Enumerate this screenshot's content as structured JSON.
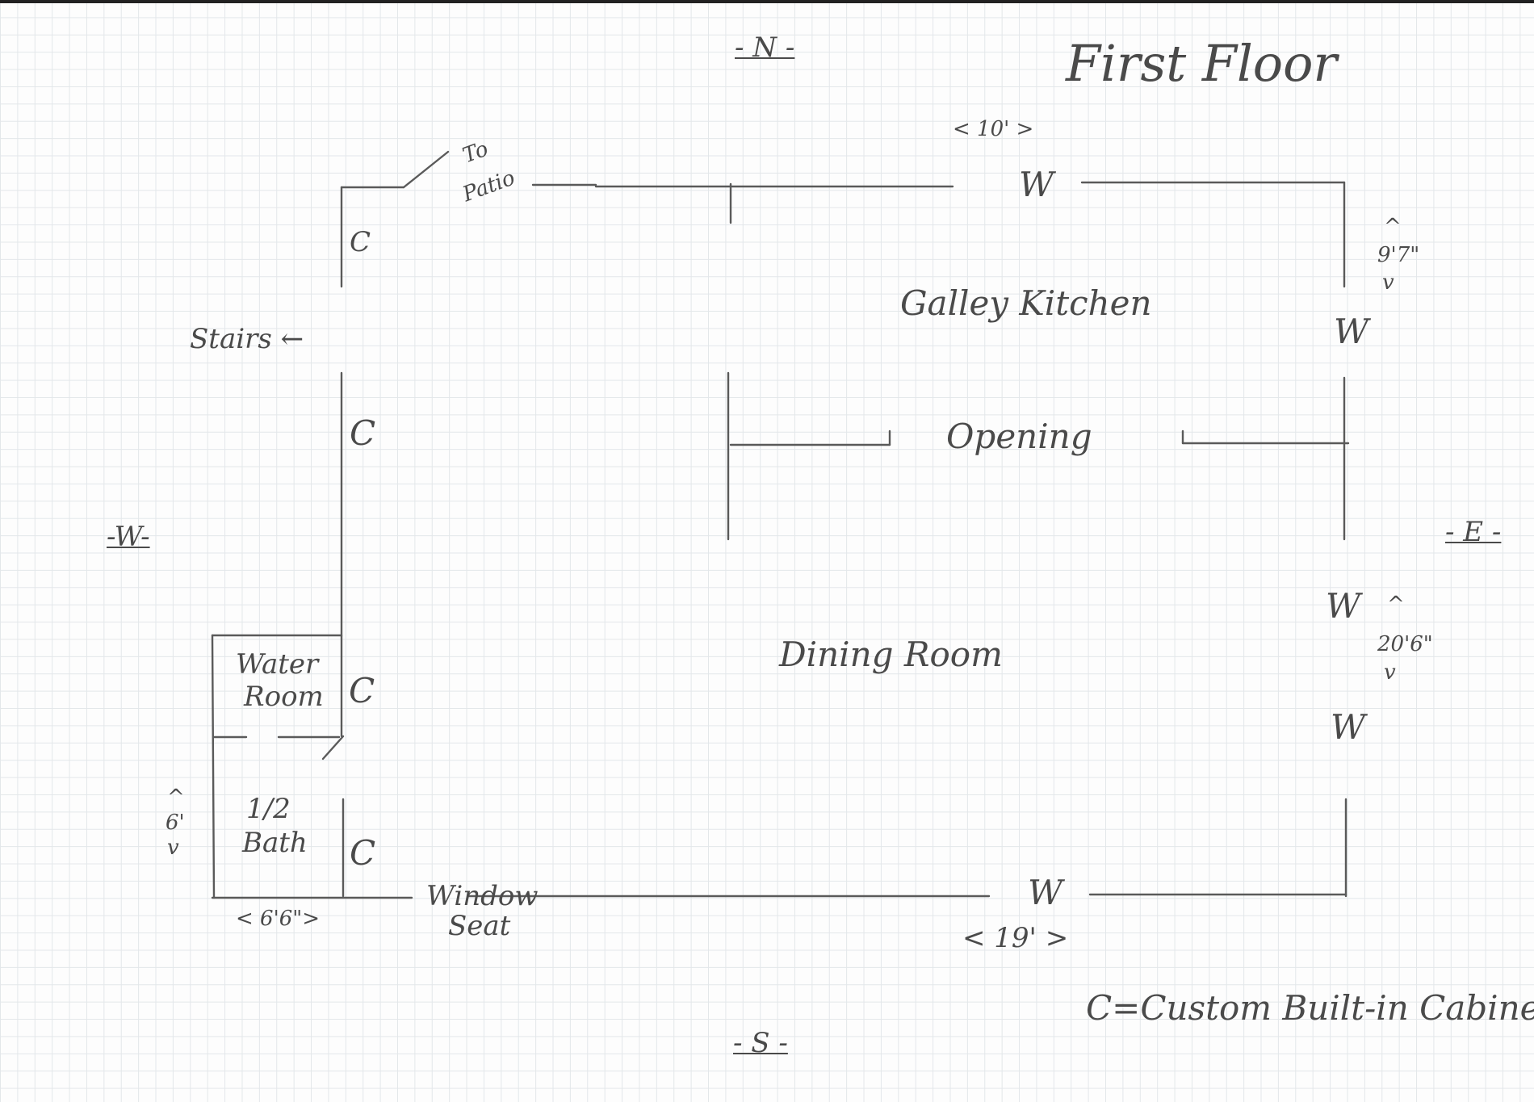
{
  "title": "First Floor",
  "compass": {
    "north": "- N -",
    "south": "- S -",
    "east": "- E -",
    "west": "-W-"
  },
  "rooms": {
    "galley_kitchen": "Galley Kitchen",
    "opening": "Opening",
    "dining_room": "Dining Room",
    "water_room_line1": "Water",
    "water_room_line2": "Room",
    "half_bath_line1": "1/2",
    "half_bath_line2": "Bath"
  },
  "features": {
    "to_patio_line1": "To",
    "to_patio_line2": "Patio",
    "stairs": "Stairs ←",
    "window_seat_line1": "Window",
    "window_seat_line2": "Seat"
  },
  "markers": {
    "cabinet": "C",
    "window": "W"
  },
  "dimensions": {
    "north_window": "< 10' >",
    "east_kitchen_up": "^",
    "east_kitchen": "9'7\"",
    "east_kitchen_down": "v",
    "east_dining_up": "^",
    "east_dining": "20'6\"",
    "east_dining_down": "v",
    "bath_width": "< 6'6\">",
    "bath_height_up": "^",
    "bath_height": "6'",
    "bath_height_down": "v",
    "south_length": "<  19'  >"
  },
  "legend": "C=Custom Built-in Cabinet",
  "colors": {
    "pencil": "#505050",
    "grid": "#e3e7ea",
    "paper": "#fdfdfd"
  }
}
